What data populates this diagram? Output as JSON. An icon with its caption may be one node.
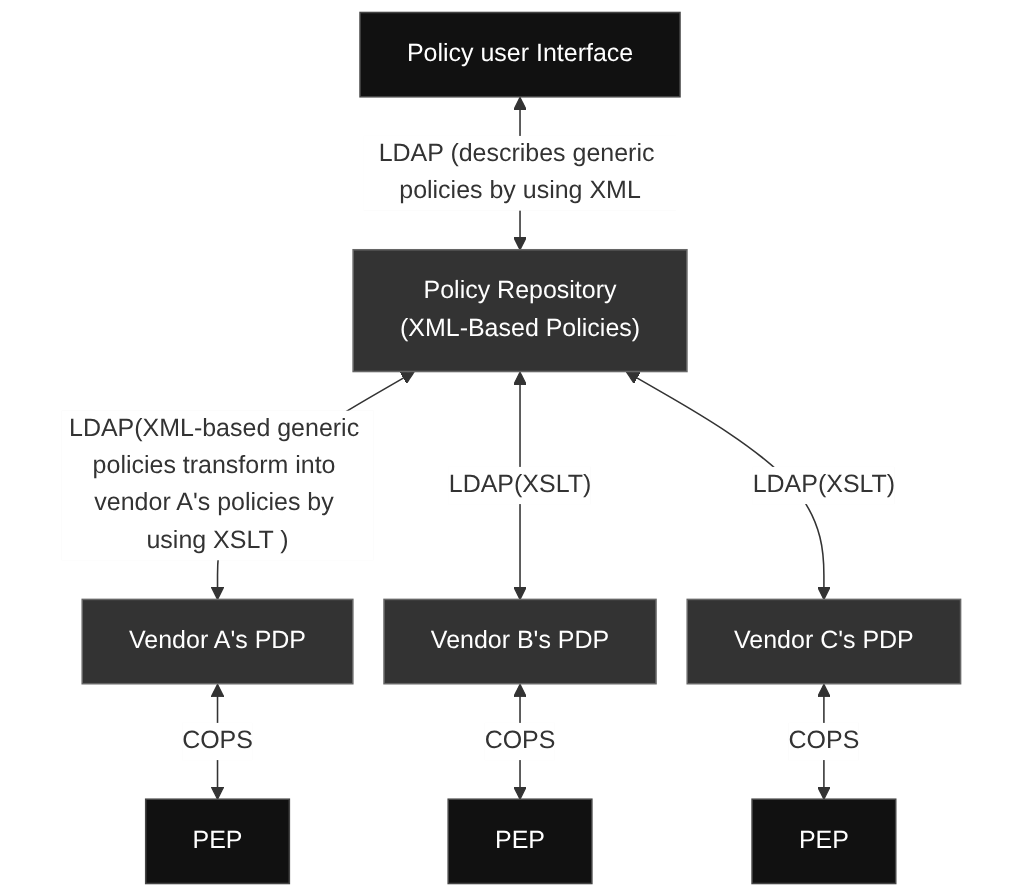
{
  "diagram": {
    "nodes": [
      {
        "text": [
          "Policy user Interface"
        ]
      },
      {
        "text": [
          "Policy Repository",
          "(XML-Based Policies)"
        ]
      },
      {
        "text": [
          "Vendor A's PDP"
        ]
      },
      {
        "text": [
          "Vendor B's PDP"
        ]
      },
      {
        "text": [
          "Vendor C's PDP"
        ]
      },
      {
        "text": [
          "PEP"
        ]
      },
      {
        "text": [
          "PEP"
        ]
      },
      {
        "text": [
          "PEP"
        ]
      }
    ],
    "edges": [
      {
        "from": 0,
        "to": 1,
        "arrow": "both",
        "label": "LDAP (describes generic policies by using XML"
      },
      {
        "from": 1,
        "to": 2,
        "arrow": "both",
        "label": "LDAP(XML-based generic policies transform into vendor A's policies by using XSLT )"
      },
      {
        "from": 1,
        "to": 3,
        "arrow": "both",
        "label": "LDAP(XSLT)"
      },
      {
        "from": 1,
        "to": 4,
        "arrow": "both",
        "label": "LDAP(XSLT)"
      },
      {
        "from": 2,
        "to": 5,
        "arrow": "both",
        "label": "COPS"
      },
      {
        "from": 3,
        "to": 6,
        "arrow": "both",
        "label": "COPS"
      },
      {
        "from": 4,
        "to": 7,
        "arrow": "both",
        "label": "COPS"
      }
    ]
  }
}
